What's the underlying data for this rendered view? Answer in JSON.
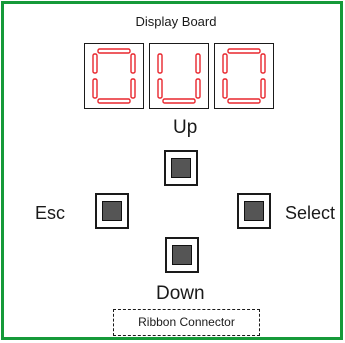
{
  "board": {
    "title": "Display Board",
    "border_color": "#159a39",
    "digit_color": "#e8262d",
    "display": {
      "digit_count": 3,
      "lit_segments": [
        [
          "a",
          "b",
          "c",
          "d",
          "e",
          "f"
        ],
        [
          "b",
          "c",
          "d",
          "e",
          "f"
        ],
        [
          "a",
          "b",
          "c",
          "d",
          "e",
          "f"
        ]
      ]
    }
  },
  "buttons": {
    "up": "Up",
    "down": "Down",
    "esc": "Esc",
    "select": "Select"
  },
  "connector": {
    "label": "Ribbon Connector"
  }
}
